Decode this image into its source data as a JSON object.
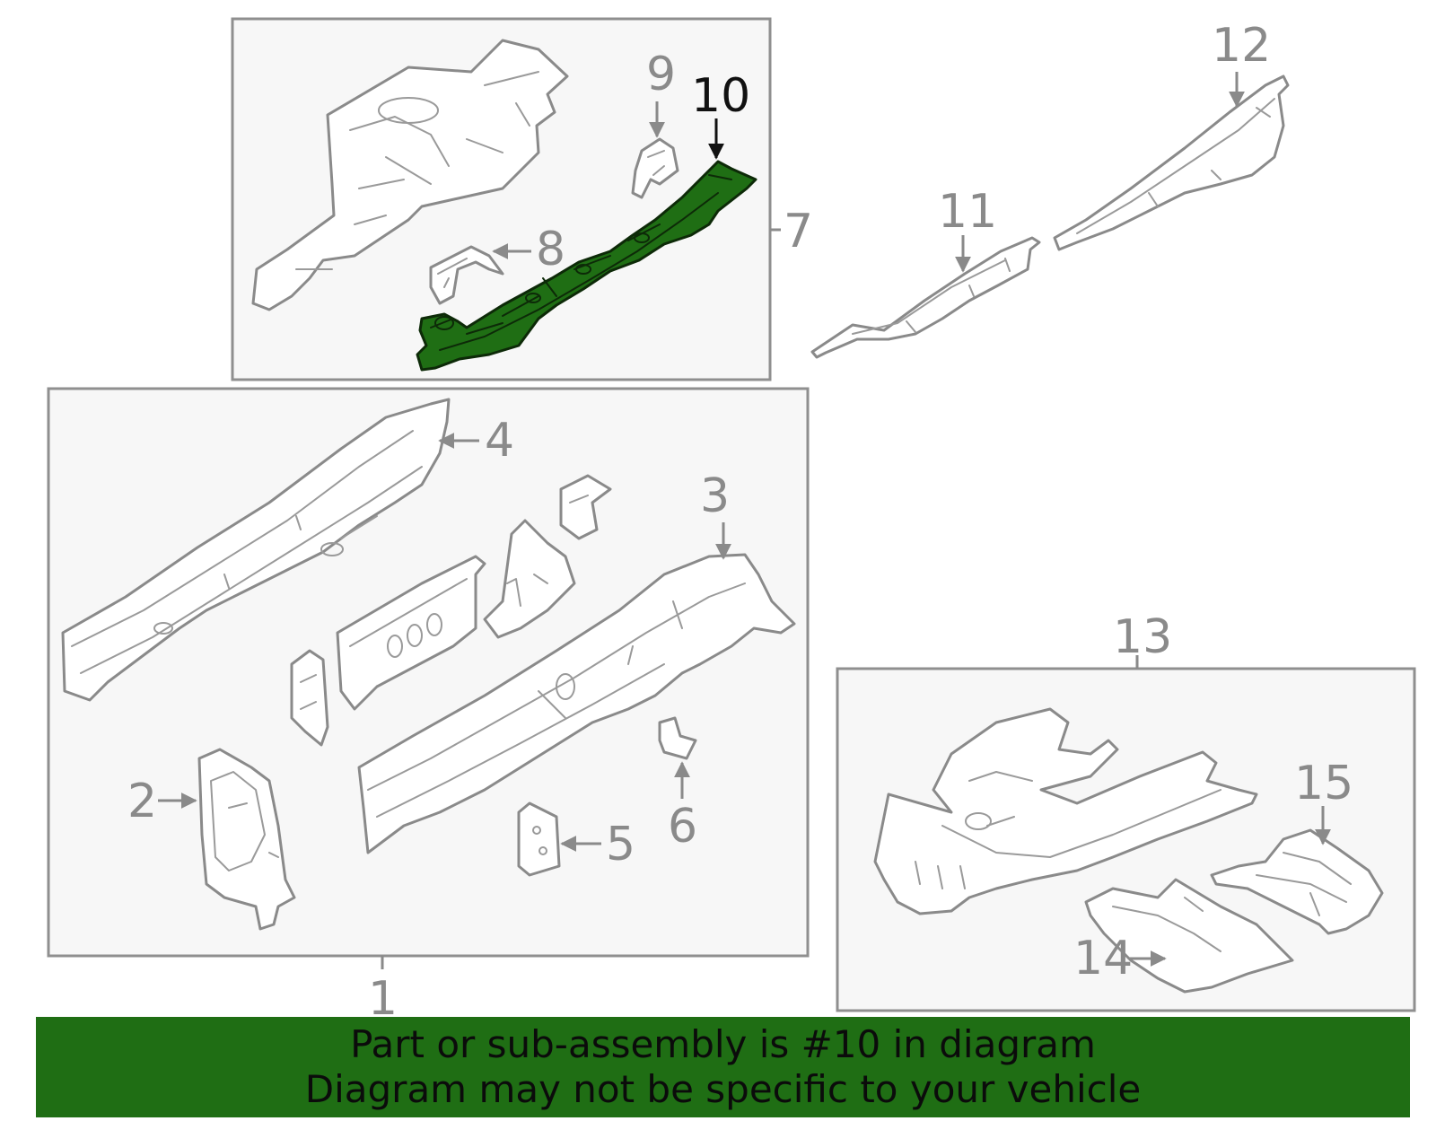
{
  "callouts": {
    "c1": "1",
    "c2": "2",
    "c3": "3",
    "c4": "4",
    "c5": "5",
    "c6": "6",
    "c7": "7",
    "c8": "8",
    "c9": "9",
    "c10": "10",
    "c11": "11",
    "c12": "12",
    "c13": "13",
    "c14": "14",
    "c15": "15"
  },
  "highlighted_part": "10",
  "colors": {
    "highlight": "#1f6e14",
    "line": "#8a8a8a",
    "banner": "#1f6e14"
  },
  "banner": {
    "line1": "Part or sub-assembly is #10 in diagram",
    "line2": "Diagram may not be specific to your vehicle"
  }
}
